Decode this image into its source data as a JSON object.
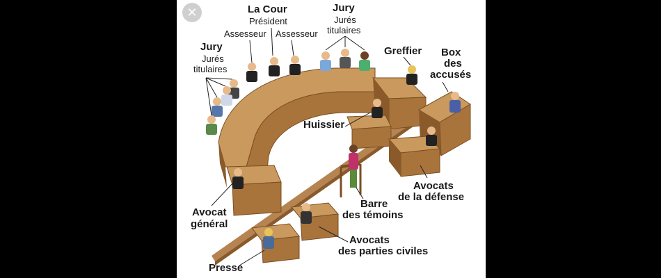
{
  "close_icon": "close-icon",
  "labels": {
    "la_cour": "La Cour",
    "president": "Président",
    "assesseur_left": "Assesseur",
    "assesseur_right": "Assesseur",
    "jury_top": "Jury",
    "jures_top_1": "Jurés",
    "jures_top_2": "titulaires",
    "jury_left": "Jury",
    "jures_left_1": "Jurés",
    "jures_left_2": "titulaires",
    "greffier": "Greffier",
    "box_1": "Box",
    "box_2": "des",
    "box_3": "accusés",
    "huissier": "Huissier",
    "avocats_def_1": "Avocats",
    "avocats_def_2": "de la défense",
    "barre_1": "Barre",
    "barre_2": "des témoins",
    "avocat_gen_1": "Avocat",
    "avocat_gen_2": "général",
    "parties_1": "Avocats",
    "parties_2": "des parties civiles",
    "presse": "Presse"
  },
  "colors": {
    "wood_top": "#c9995d",
    "wood_front": "#a8743c",
    "wood_dark": "#8a5a2b",
    "floor": "#ffffff",
    "background": "#000000"
  }
}
